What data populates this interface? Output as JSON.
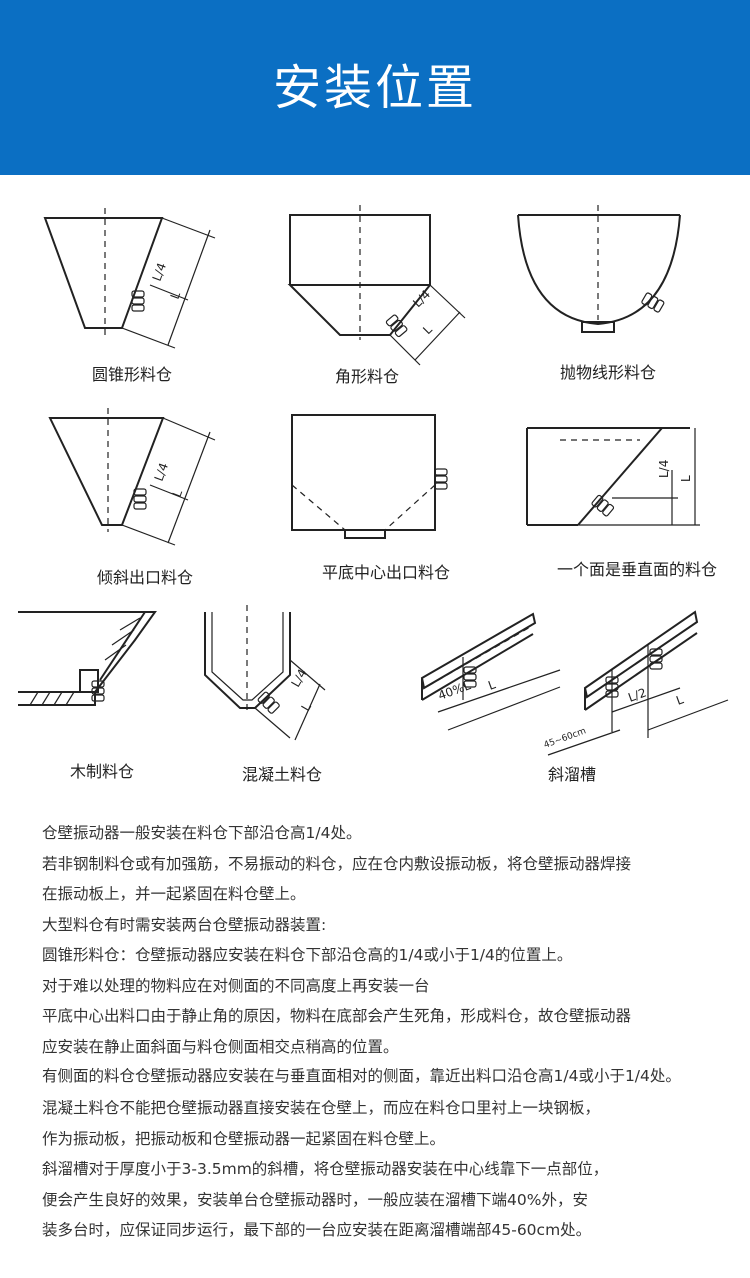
{
  "header": {
    "title": "安装位置"
  },
  "diagrams": {
    "cone": {
      "caption": "圆锥形料仓",
      "dim1": "L/4",
      "dim2": "L"
    },
    "angular": {
      "caption": "角形料仓",
      "dim1": "L/4",
      "dim2": "L"
    },
    "parabolic": {
      "caption": "抛物线形料仓"
    },
    "inclined": {
      "caption": "倾斜出口料仓",
      "dim1": "L/4",
      "dim2": "L"
    },
    "flat": {
      "caption": "平底中心出口料仓"
    },
    "vertical": {
      "caption": "一个面是垂直面的料仓",
      "dim1": "L/4",
      "dim2": "L"
    },
    "wooden": {
      "caption": "木制料仓"
    },
    "concrete": {
      "caption": "混凝土料仓",
      "dim1": "L/4",
      "dim2": "L"
    },
    "chute": {
      "caption": "斜溜槽",
      "dim_a": "40%L",
      "dim_b": "L",
      "dim_c": "L/2",
      "dim_d": "L",
      "dim_e": "45~60cm"
    }
  },
  "paragraphs": [
    "仓壁振动器一般安装在料仓下部沿仓高1/4处。",
    "若非钢制料仓或有加强筋，不易振动的料仓，应在仓内敷设振动板，将仓壁振动器焊接",
    "在振动板上，并一起紧固在料仓壁上。",
    "大型料仓有时需安装两台仓壁振动器装置:",
    "圆锥形料仓：仓壁振动器应安装在料仓下部沿仓高的1/4或小于1/4的位置上。",
    "对于难以处理的物料应在对侧面的不同高度上再安装一台",
    "平底中心出料口由于静止角的原因，物料在底部会产生死角，形成料仓，故仓壁振动器",
    "应安装在静止面斜面与料仓侧面相交点稍高的位置。",
    "有侧面的料仓仓壁振动器应安装在与垂直面相对的侧面，靠近出料口沿仓高1/4或小于1/4处。",
    "混凝土料仓不能把仓壁振动器直接安装在仓壁上，而应在料仓口里衬上一块钢板，",
    "作为振动板，把振动板和仓壁振动器一起紧固在料仓壁上。",
    "斜溜槽对于厚度小于3-3.5mm的斜槽，将仓壁振动器安装在中心线靠下一点部位，",
    "便会产生良好的效果，安装单台仓壁振动器时，一般应装在溜槽下端40%外，安",
    "装多台时，应保证同步运行，最下部的一台应安装在距离溜槽端部45-60cm处。"
  ]
}
